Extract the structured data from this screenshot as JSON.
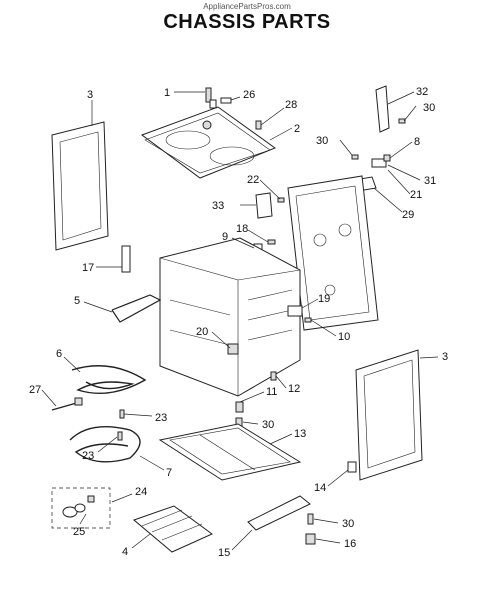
{
  "header": {
    "watermark": "AppliancePartsPros.com",
    "title": "CHASSIS PARTS"
  },
  "callouts": {
    "c1": "1",
    "c26": "26",
    "c28": "28",
    "c2": "2",
    "c3a": "3",
    "c32": "32",
    "c30a": "30",
    "c30b": "30",
    "c8": "8",
    "c31": "31",
    "c21": "21",
    "c22": "22",
    "c33": "33",
    "c29": "29",
    "c18": "18",
    "c9": "9",
    "c17": "17",
    "c5": "5",
    "c19": "19",
    "c10": "10",
    "c20": "20",
    "c6": "6",
    "c3b": "3",
    "c27": "27",
    "c11": "11",
    "c12": "12",
    "c23a": "23",
    "c30c": "30",
    "c13": "13",
    "c23b": "23",
    "c7": "7",
    "c14": "14",
    "c24": "24",
    "c25": "25",
    "c30d": "30",
    "c4": "4",
    "c15": "15",
    "c16": "16"
  }
}
